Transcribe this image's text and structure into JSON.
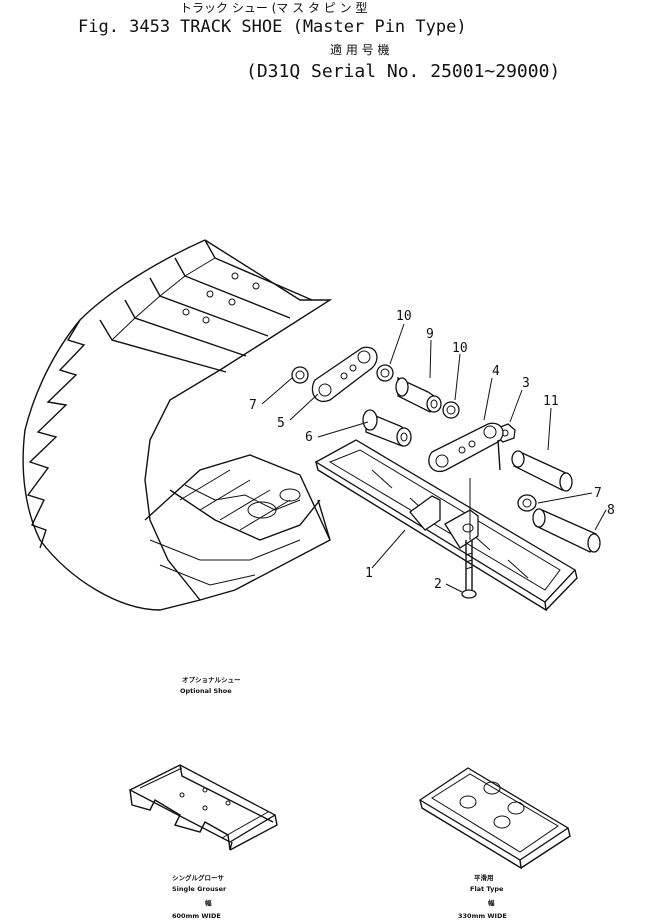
{
  "header": {
    "jp_line1": "トラック シュー (マ ス タ ピ ン 型",
    "fig_label": "Fig. 3453",
    "title": "TRACK SHOE (Master Pin Type)",
    "jp_line2": "適 用 号 機",
    "serial": "(D31Q Serial No. 25001~29000)"
  },
  "callouts": [
    "1",
    "2",
    "3",
    "4",
    "5",
    "6",
    "7",
    "7",
    "8",
    "9",
    "10",
    "10",
    "11"
  ],
  "captions": {
    "optional_jp": "オプショナルシュー",
    "optional_en": "Optional Shoe",
    "single_jp": "シングルグローサ",
    "single_en": "Single Grouser",
    "single_width_jp": "幅",
    "single_width": "600mm WIDE",
    "flat_jp": "平滑用",
    "flat_en": "Flat Type",
    "flat_width_jp": "幅",
    "flat_width": "330mm WIDE"
  }
}
